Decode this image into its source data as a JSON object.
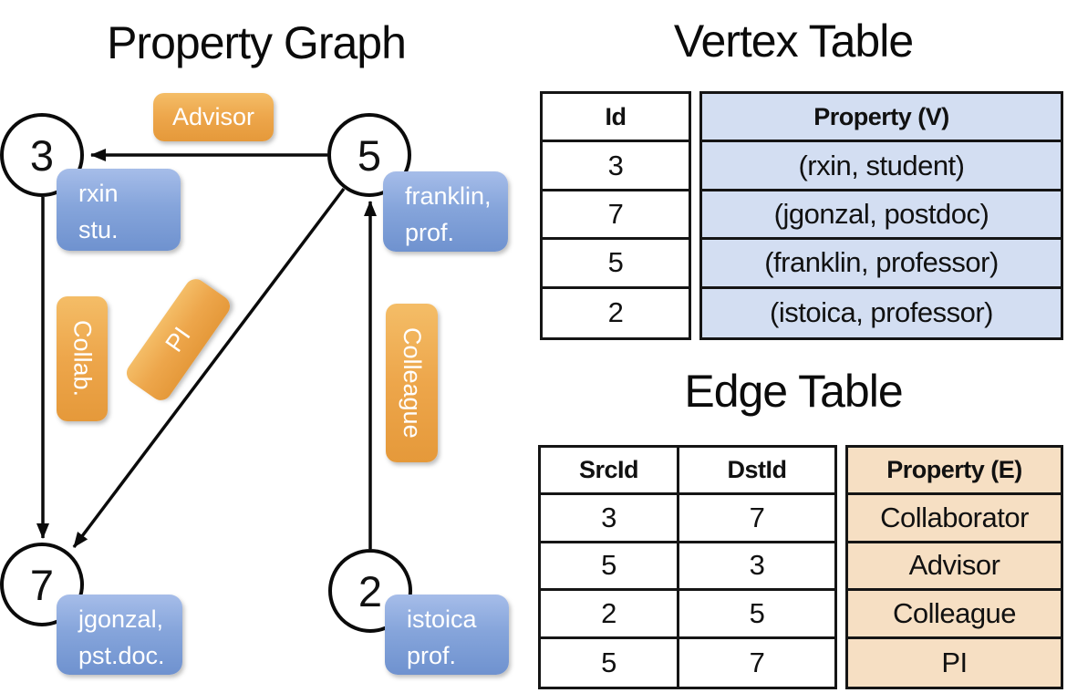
{
  "graph": {
    "title": "Property Graph",
    "nodes": [
      {
        "id": "3",
        "property": [
          "rxin",
          "stu."
        ]
      },
      {
        "id": "5",
        "property": [
          "franklin,",
          "prof."
        ]
      },
      {
        "id": "7",
        "property": [
          "jgonzal,",
          "pst.doc."
        ]
      },
      {
        "id": "2",
        "property": [
          "istoica",
          "prof."
        ]
      }
    ],
    "edge_labels": {
      "advisor": "Advisor",
      "collab": "Collab.",
      "pi": "PI",
      "colleague": "Colleague"
    }
  },
  "vertex_table": {
    "title": "Vertex Table",
    "columns": [
      "Id",
      "Property (V)"
    ],
    "rows": [
      [
        "3",
        "(rxin, student)"
      ],
      [
        "7",
        "(jgonzal, postdoc)"
      ],
      [
        "5",
        "(franklin, professor)"
      ],
      [
        "2",
        "(istoica, professor)"
      ]
    ]
  },
  "edge_table": {
    "title": "Edge Table",
    "columns": [
      "SrcId",
      "DstId",
      "Property (E)"
    ],
    "rows": [
      [
        "3",
        "7",
        "Collaborator"
      ],
      [
        "5",
        "3",
        "Advisor"
      ],
      [
        "2",
        "5",
        "Colleague"
      ],
      [
        "5",
        "7",
        "PI"
      ]
    ]
  },
  "colors": {
    "vertex_table_fill": "#d3def2",
    "edge_table_fill": "#f6dfc3",
    "vertex_box_blue": "#7d9fd6",
    "edge_box_orange": "#eda64b",
    "line_black": "#0b0b0b"
  }
}
